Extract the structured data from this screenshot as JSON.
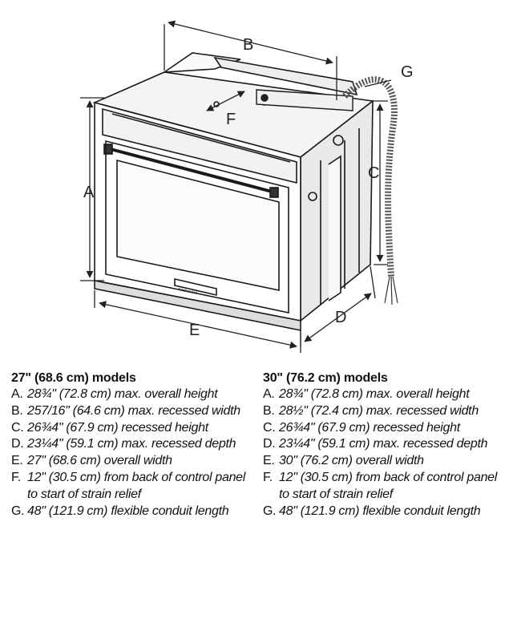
{
  "diagram": {
    "labels": {
      "a": "A",
      "b": "B",
      "c": "C",
      "d": "D",
      "e": "E",
      "f": "F",
      "g": "G"
    },
    "badge": "KitchenAid"
  },
  "left": {
    "heading": "27\" (68.6 cm) models",
    "items": [
      {
        "key": "A.",
        "text": "28¾\" (72.8 cm) max. overall height"
      },
      {
        "key": "B.",
        "text": "257/16\" (64.6 cm) max. recessed width"
      },
      {
        "key": "C.",
        "text": "26¾4\" (67.9 cm) recessed height"
      },
      {
        "key": "D.",
        "text": "23¼4\" (59.1 cm) max. recessed depth"
      },
      {
        "key": "E.",
        "text": "27\" (68.6 cm) overall width"
      },
      {
        "key": "F.",
        "text": "12\" (30.5 cm) from back of control panel to start of strain relief"
      },
      {
        "key": "G.",
        "text": "48\" (121.9 cm) flexible conduit length"
      }
    ]
  },
  "right": {
    "heading": "30\" (76.2 cm) models",
    "items": [
      {
        "key": "A.",
        "text": "28¾\" (72.8 cm) max. overall height"
      },
      {
        "key": "B.",
        "text": "28½\" (72.4 cm) max. recessed width"
      },
      {
        "key": "C.",
        "text": "26¾4\" (67.9 cm) recessed height"
      },
      {
        "key": "D.",
        "text": "23¼4\" (59.1 cm) max. recessed depth"
      },
      {
        "key": "E.",
        "text": "30\" (76.2 cm) overall width"
      },
      {
        "key": "F.",
        "text": "12\" (30.5 cm) from back of control panel to start of strain relief"
      },
      {
        "key": "G.",
        "text": "48\" (121.9 cm) flexible conduit length"
      }
    ]
  }
}
